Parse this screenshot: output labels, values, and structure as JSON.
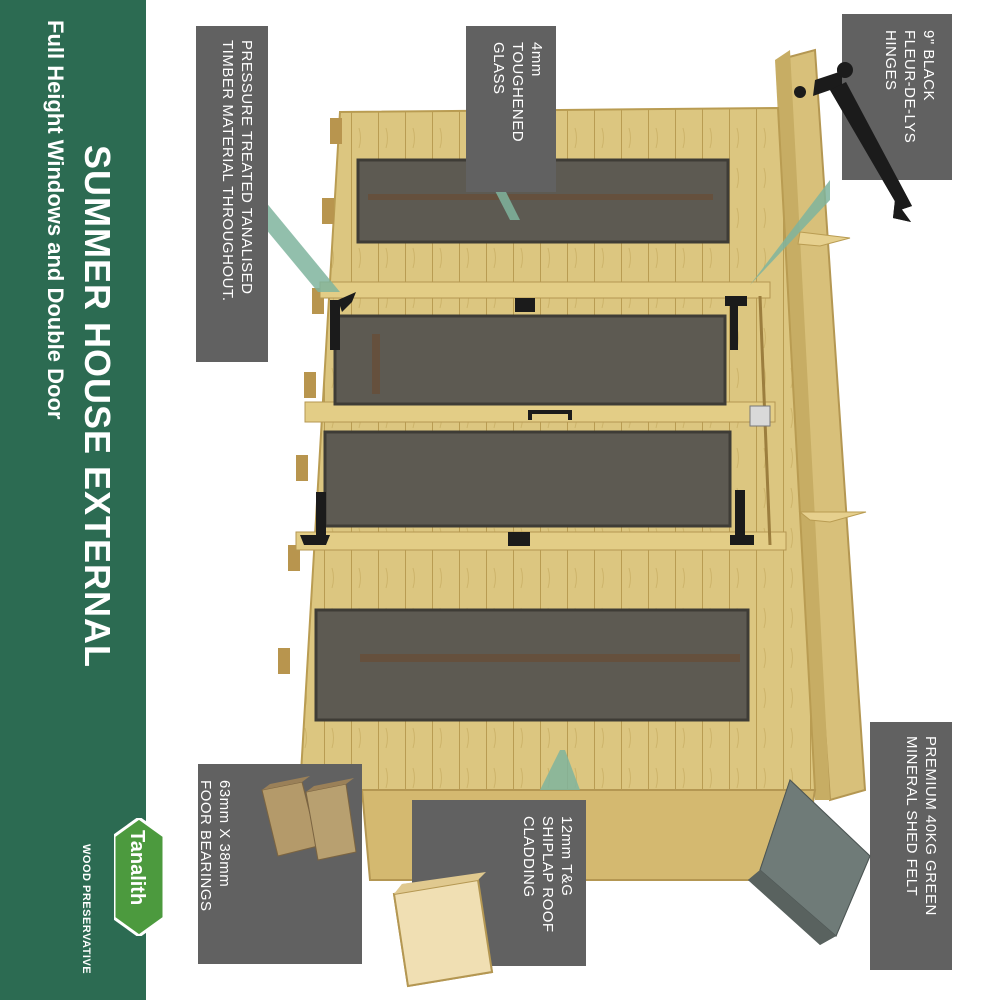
{
  "banner": {
    "title": "SUMMER HOUSE EXTERNAL",
    "subtitle": "Full Height Windows and Double Door",
    "logo_text": "Tanalith",
    "logo_caption": "WOOD PRESERVATIVE"
  },
  "callouts": {
    "pressure_treated": [
      "PRESSURE TREATED TANALISED",
      "TIMBER MATERIAL THROUGHOUT."
    ],
    "glass": [
      "4mm",
      "TOUGHENED",
      "GLASS"
    ],
    "hinges": [
      "9\" BLACK",
      "FLEUR-DE-LYS",
      "HINGES"
    ],
    "felt": [
      "PREMIUM 40KG GREEN",
      "MINERAL SHED FELT"
    ],
    "cladding": [
      "12mm T&G",
      "SHIPLAP ROOF",
      "CLADDING"
    ],
    "bearings": [
      "63mm X 38mm",
      "FOOR BEARINGS"
    ]
  },
  "colors": {
    "band_green": "#2c6b52",
    "label_grey": "#616161",
    "timber": "#dcc680",
    "glass": "#5d5a52",
    "felt": "#6f7b78"
  }
}
